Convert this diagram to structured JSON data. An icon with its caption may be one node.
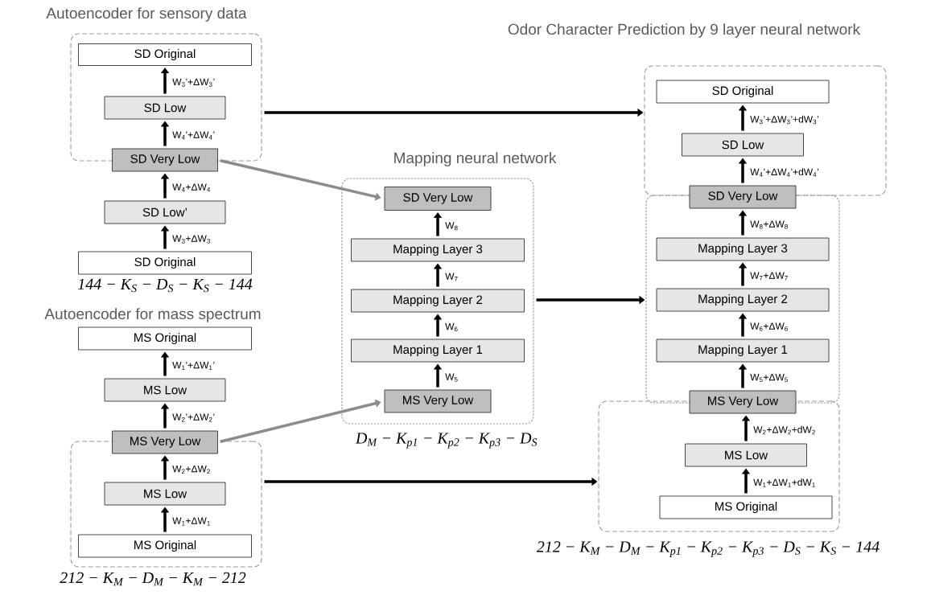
{
  "diagram": {
    "nodes": [
      {
        "text": [
          "Autoencoder for sensory data"
        ]
      },
      {
        "text": [
          "SD Original"
        ],
        "in": 0
      },
      {
        "text": [
          "SD Low"
        ],
        "in": 0
      },
      {
        "text": [
          "SD Very Low"
        ]
      },
      {
        "text": [
          "SD Low’"
        ]
      },
      {
        "text": [
          "SD Original"
        ]
      },
      {
        "text": [
          "MS Original"
        ]
      },
      {
        "text": [
          "MS Low"
        ]
      },
      {
        "text": [
          "MS Very Low"
        ]
      },
      {
        "text": [],
        "shape": "box"
      },
      {
        "text": [
          "MS Low"
        ],
        "in": 9
      },
      {
        "text": [
          "MS Original"
        ],
        "in": 9
      },
      {
        "text": [
          "Mapping neural network"
        ]
      },
      {
        "text": [
          "SD Very Low"
        ],
        "in": 12
      },
      {
        "text": [
          "Mapping Layer 3"
        ],
        "in": 12
      },
      {
        "text": [
          "Mapping Layer 2"
        ],
        "in": 12
      },
      {
        "text": [
          "Mapping Layer 1"
        ],
        "in": 12
      },
      {
        "text": [
          "MS Very Low"
        ],
        "in": 12
      },
      {
        "text": [
          "Odor Character Prediction by 9 layer neural network"
        ]
      },
      {
        "text": [
          "SD Original"
        ],
        "in": 18
      },
      {
        "text": [
          "SD Low"
        ],
        "in": 18
      },
      {
        "text": [
          "SD Very Low"
        ]
      },
      {
        "text": [],
        "shape": "box"
      },
      {
        "text": [
          "Mapping Layer 3"
        ],
        "in": 22
      },
      {
        "text": [
          "Mapping Layer 2"
        ],
        "in": 22
      },
      {
        "text": [
          "Mapping Layer 1"
        ],
        "in": 22
      },
      {
        "text": [
          "MS Very Low"
        ]
      },
      {
        "text": [],
        "shape": "box"
      },
      {
        "text": [
          "MS Low"
        ],
        "in": 27
      },
      {
        "text": [
          "MS Original"
        ],
        "in": 27
      }
    ],
    "edges": [
      {
        "from": 5,
        "to": 4,
        "arrow": "to",
        "label": "W$_{3}$+ΔW$_{3}$"
      },
      {
        "from": 4,
        "to": 3,
        "arrow": "to",
        "label": "W$_{4}$+ΔW$_{4}$"
      },
      {
        "from": 3,
        "to": 2,
        "arrow": "to",
        "label": "W$_{4}$’+ΔW$_{4}$’"
      },
      {
        "from": 2,
        "to": 1,
        "arrow": "to",
        "label": "W$_{3}$’+ΔW$_{3}$’"
      },
      {
        "from": 11,
        "to": 10,
        "arrow": "to",
        "label": "W$_{1}$+ΔW$_{1}$"
      },
      {
        "from": 10,
        "to": 8,
        "arrow": "to",
        "label": "W$_{2}$+ΔW$_{2}$"
      },
      {
        "from": 8,
        "to": 7,
        "arrow": "to",
        "label": "W$_{2}$’+ΔW$_{2}$’"
      },
      {
        "from": 7,
        "to": 6,
        "arrow": "to",
        "label": "W$_{1}$’+ΔW$_{1}$’"
      },
      {
        "from": 17,
        "to": 16,
        "arrow": "to",
        "label": "W$_{5}$"
      },
      {
        "from": 16,
        "to": 15,
        "arrow": "to",
        "label": "W$_{6}$"
      },
      {
        "from": 15,
        "to": 14,
        "arrow": "to",
        "label": "W$_{7}$"
      },
      {
        "from": 14,
        "to": 13,
        "arrow": "to",
        "label": "W$_{8}$"
      },
      {
        "from": 29,
        "to": 28,
        "arrow": "to",
        "label": "W$_{1}$+ΔW$_{1}$+dW$_{1}$"
      },
      {
        "from": 28,
        "to": 26,
        "arrow": "to",
        "label": "W$_{2}$+ΔW$_{2}$+dW$_{2}$"
      },
      {
        "from": 26,
        "to": 25,
        "arrow": "to",
        "label": "W$_{5}$+ΔW$_{5}$"
      },
      {
        "from": 25,
        "to": 24,
        "arrow": "to",
        "label": "W$_{6}$+ΔW$_{6}$"
      },
      {
        "from": 24,
        "to": 23,
        "arrow": "to",
        "label": "W$_{7}$+ΔW$_{7}$"
      },
      {
        "from": 23,
        "to": 21,
        "arrow": "to",
        "label": "W$_{8}$+ΔW$_{8}$"
      },
      {
        "from": 21,
        "to": 20,
        "arrow": "to",
        "label": "W$_{4}$’+ΔW$_{4}$’+dW$_{4}$’"
      },
      {
        "from": 20,
        "to": 19,
        "arrow": "to",
        "label": "W$_{3}$’+ΔW$_{3}$’+dW$_{3}$’"
      },
      {
        "from": 3,
        "to": 13,
        "arrow": "to",
        "color": "#8c8c8c"
      },
      {
        "from": 8,
        "to": 17,
        "arrow": "to",
        "color": "#8c8c8c"
      },
      {
        "from": 0,
        "to": 18,
        "arrow": "to"
      },
      {
        "from": 12,
        "to": 22,
        "arrow": "to"
      },
      {
        "from": 9,
        "to": 27,
        "arrow": "to"
      }
    ],
    "labels": [
      "144 − K$_{S}$ − D$_{S}$ − K$_{S}$ − 144",
      "Autoencoder for mass spectrum",
      "D$_{M}$ − K$_{p1}$ − K$_{p2}$ − K$_{p3}$ − D$_{S}$",
      "212 − K$_{M}$ − D$_{M}$ − K$_{p1}$ − K$_{p2}$ − K$_{p3}$ − D$_{S}$ − K$_{S}$ − 144",
      "212 − K$_{M}$  − D$_{M}$ − K$_{M}$  − 212"
    ]
  }
}
